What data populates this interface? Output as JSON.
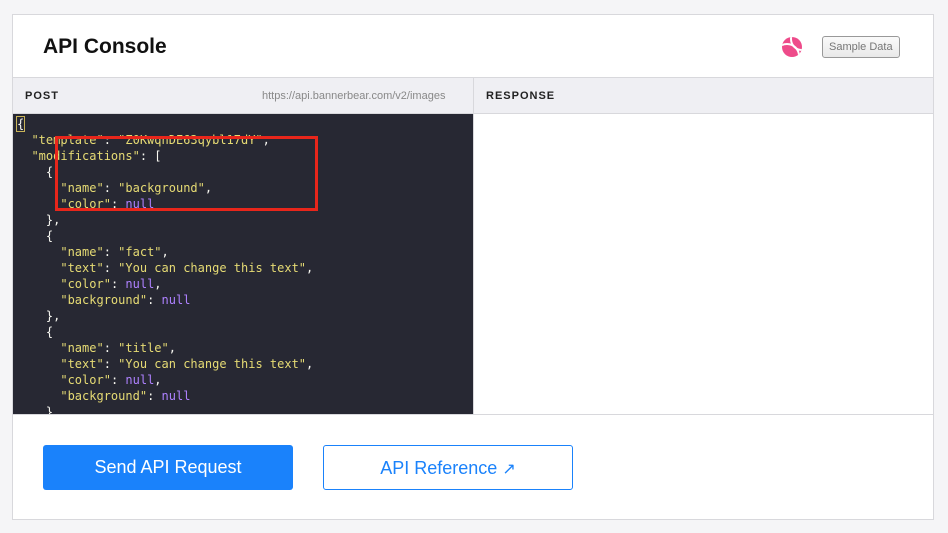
{
  "header": {
    "title": "API Console",
    "logo_icon": "volleyball-icon",
    "sample_data_label": "Sample Data"
  },
  "request": {
    "method": "POST",
    "url": "https://api.bannerbear.com/v2/images"
  },
  "response": {
    "label": "RESPONSE"
  },
  "code_lines": [
    "{",
    "  \"template\": \"Z0KwqnDE63qybl17dY\",",
    "  \"modifications\": [",
    "    {",
    "      \"name\": \"background\",",
    "      \"color\": null",
    "    },",
    "    {",
    "      \"name\": \"fact\",",
    "      \"text\": \"You can change this text\",",
    "      \"color\": null,",
    "      \"background\": null",
    "    },",
    "    {",
    "      \"name\": \"title\",",
    "      \"text\": \"You can change this text\",",
    "      \"color\": null,",
    "      \"background\": null",
    "    }"
  ],
  "colors": {
    "accent": "#1a82fb",
    "highlight": "#e8261b",
    "editor_bg": "#272833",
    "string": "#e6db74",
    "null": "#ae81ff"
  },
  "footer": {
    "send_label": "Send API Request",
    "reference_label": "API Reference",
    "reference_icon": "arrow-up-right-icon"
  }
}
